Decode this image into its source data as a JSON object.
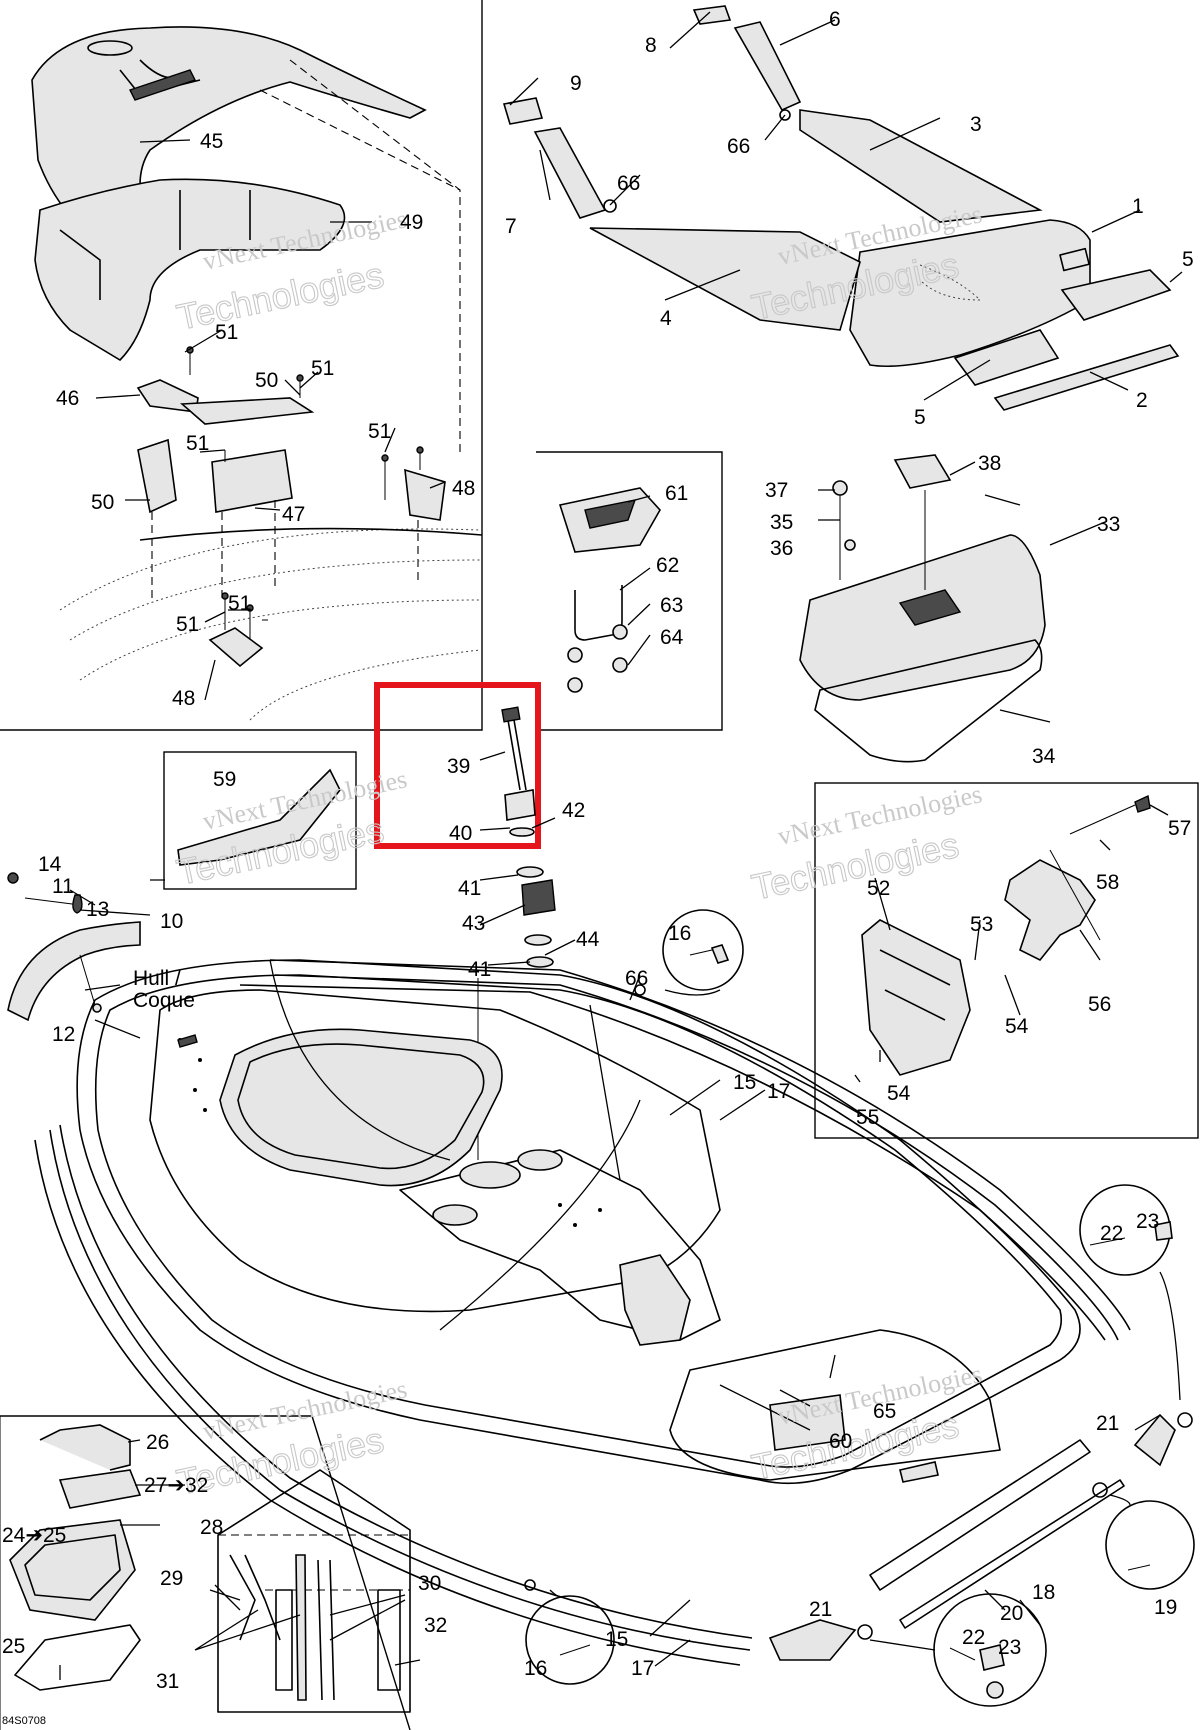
{
  "diagram": {
    "code": "84S0708",
    "watermark_small": "vNext Technologies",
    "watermark_big": "Technologies",
    "note_hull_en": "Hull /",
    "note_hull_fr": "Coque",
    "highlight_color": "#e4151b",
    "callouts": {
      "c1": "1",
      "c2": "2",
      "c3": "3",
      "c4": "4",
      "c5a": "5",
      "c5b": "5",
      "c6": "6",
      "c7": "7",
      "c8": "8",
      "c9": "9",
      "c10": "10",
      "c11": "11",
      "c12": "12",
      "c13": "13",
      "c14": "14",
      "c15a": "15",
      "c15b": "15",
      "c16a": "16",
      "c16b": "16",
      "c17a": "17",
      "c17b": "17",
      "c18": "18",
      "c19": "19",
      "c20": "20",
      "c21a": "21",
      "c21b": "21",
      "c22a": "22",
      "c22b": "22",
      "c23a": "23",
      "c23b": "23",
      "c24": "24➔25",
      "c25": "25",
      "c26": "26",
      "c27": "27➔32",
      "c28": "28",
      "c29": "29",
      "c30": "30",
      "c31": "31",
      "c32": "32",
      "c33": "33",
      "c34": "34",
      "c35": "35",
      "c36": "36",
      "c37": "37",
      "c38": "38",
      "c39": "39",
      "c40": "40",
      "c41a": "41",
      "c41b": "41",
      "c42": "42",
      "c43": "43",
      "c44": "44",
      "c45": "45",
      "c46": "46",
      "c47": "47",
      "c48a": "48",
      "c48b": "48",
      "c49": "49",
      "c50a": "50",
      "c50b": "50",
      "c51a": "51",
      "c51b": "51",
      "c51c": "51",
      "c51d": "51",
      "c51e": "51",
      "c51f": "51",
      "c52": "52",
      "c53": "53",
      "c54a": "54",
      "c54b": "54",
      "c55": "55",
      "c56": "56",
      "c57": "57",
      "c58": "58",
      "c59": "59",
      "c60": "60",
      "c61": "61",
      "c62": "62",
      "c63": "63",
      "c64": "64",
      "c65": "65",
      "c66a": "66",
      "c66b": "66",
      "c66c": "66"
    }
  }
}
